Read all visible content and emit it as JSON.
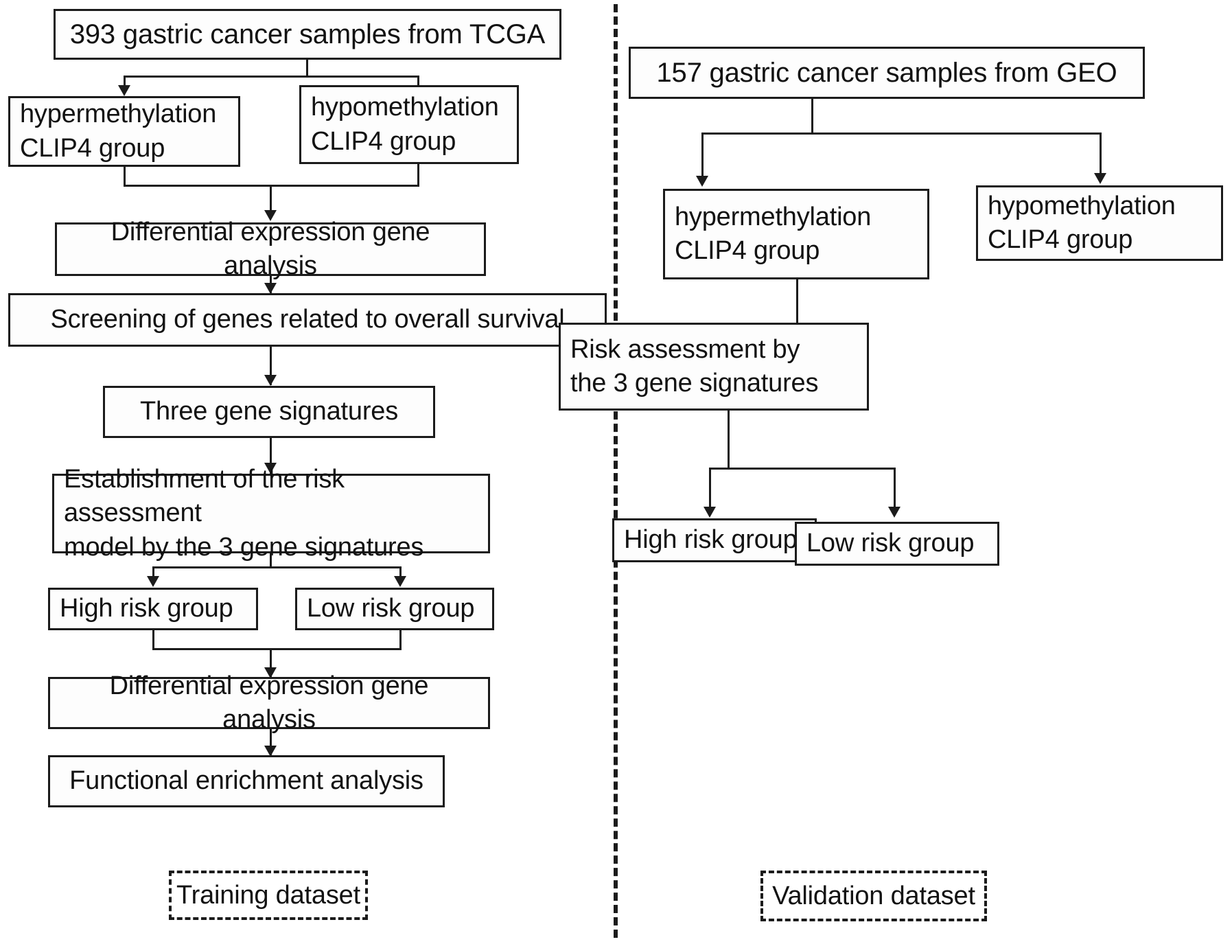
{
  "figure": {
    "type": "flowchart",
    "description": "Two-panel study design flowchart separated by a vertical dashed divider"
  },
  "panels": {
    "left": {
      "legend_label": "Training dataset",
      "nodes": {
        "source": "393 gastric cancer samples from TCGA",
        "hyper_group": "hypermethylation\nCLIP4 group",
        "hypo_group": "hypomethylation\nCLIP4 group",
        "deg_1": "Differential expression gene analysis",
        "screening": "Screening of genes related to overall survival",
        "three_signatures": "Three gene signatures",
        "model": "Establishment of the risk assessment\nmodel by the 3 gene signatures",
        "high_risk": "High risk group",
        "low_risk": "Low risk group",
        "deg_2": "Differential expression gene analysis",
        "enrichment": "Functional enrichment analysis"
      }
    },
    "right": {
      "legend_label": "Validation dataset",
      "nodes": {
        "source": "157 gastric cancer samples from GEO",
        "hyper_group": "hypermethylation\nCLIP4 group",
        "hypo_group": "hypomethylation\nCLIP4 group",
        "risk_assessment": "Risk assessment by\nthe 3 gene signatures",
        "high_risk": "High risk group",
        "low_risk": "Low risk group"
      }
    }
  },
  "colors": {
    "stroke": "#1b1b1b",
    "background": "#ffffff",
    "text": "#121212"
  }
}
